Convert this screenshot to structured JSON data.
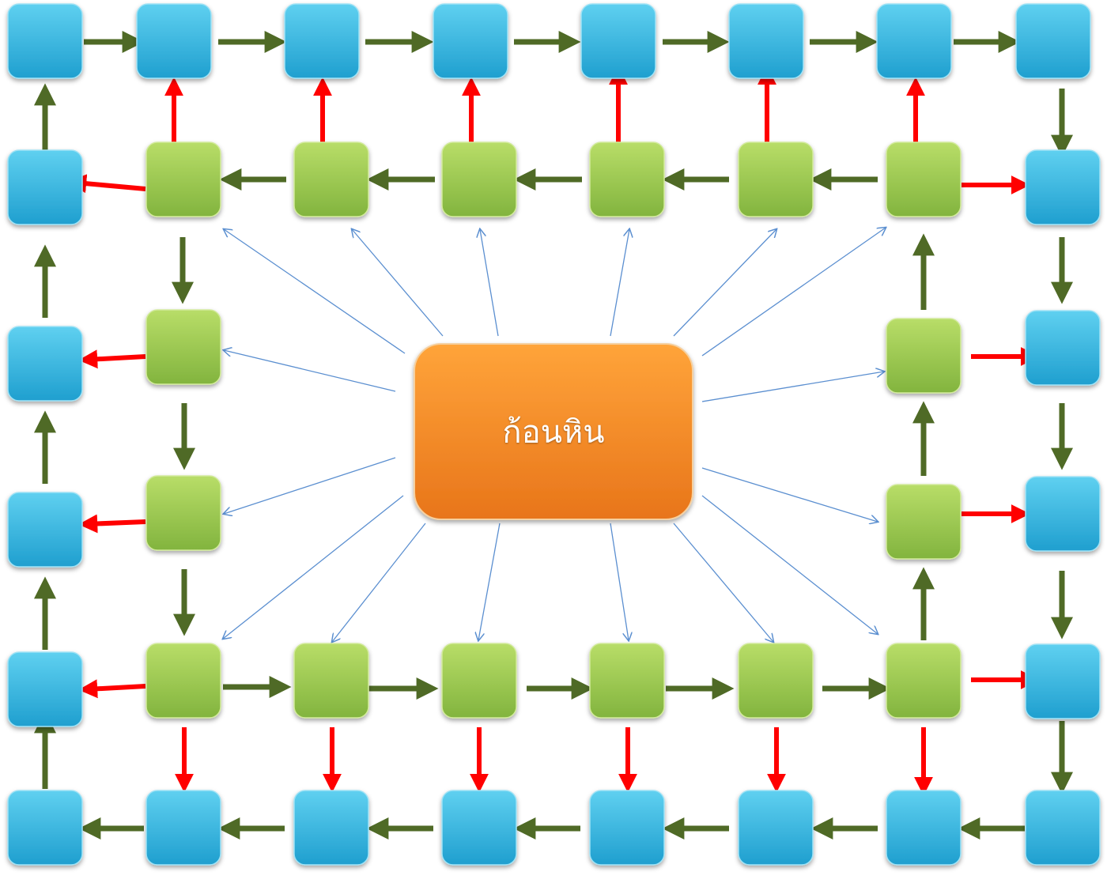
{
  "center": {
    "label": "ก้อนหิน"
  },
  "colors": {
    "blue_top": "#5fd0f0",
    "blue_bottom": "#1f9fcf",
    "green_top": "#b8dd68",
    "green_bottom": "#82b43e",
    "orange_top": "#ffa43a",
    "orange_bottom": "#e8751a",
    "dark_arrow": "#4f6a26",
    "red_arrow": "#ff0000",
    "thin_arrow": "#5b8fd0"
  },
  "icons": {
    "blue_node": "blue-square-node",
    "green_node": "green-square-node",
    "center_node": "orange-rounded-box"
  }
}
